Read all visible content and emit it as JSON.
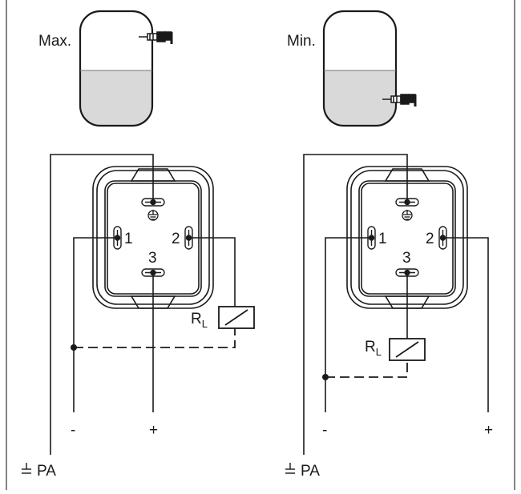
{
  "left": {
    "mode_label": "Max.",
    "pin1_label": "1",
    "pin2_label": "2",
    "pin3_label": "3",
    "load_label": "R",
    "load_sub": "L",
    "minus_label": "-",
    "plus_label": "+",
    "pa_label": "PA"
  },
  "right": {
    "mode_label": "Min.",
    "pin1_label": "1",
    "pin2_label": "2",
    "pin3_label": "3",
    "load_label": "R",
    "load_sub": "L",
    "minus_label": "-",
    "plus_label": "+",
    "pa_label": "PA"
  },
  "colors": {
    "line": "#1a1a1a",
    "liquid": "#d9d9d9",
    "frame": "#333333"
  },
  "icons": [
    "ground-symbol",
    "sensor-probe",
    "relay-coil"
  ]
}
